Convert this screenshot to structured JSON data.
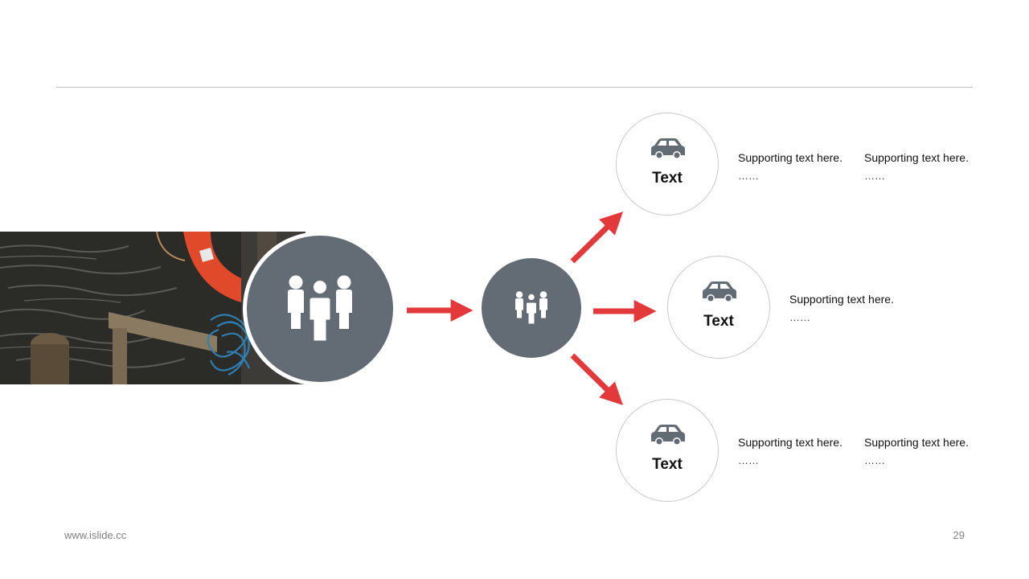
{
  "colors": {
    "accent": "#e3393a",
    "hub": "#636b74",
    "ring": "#c9c9c9",
    "footer": "#808080"
  },
  "icons": {
    "hub": "people-group-icon",
    "node": "car-icon"
  },
  "nodes": [
    {
      "label": "Text",
      "supports": [
        {
          "text": "Supporting  text here.",
          "dots": "……"
        },
        {
          "text": "Supporting  text here.",
          "dots": "……"
        }
      ]
    },
    {
      "label": "Text",
      "supports": [
        {
          "text": "Supporting  text here.",
          "dots": "……"
        }
      ]
    },
    {
      "label": "Text",
      "supports": [
        {
          "text": "Supporting  text here.",
          "dots": "……"
        },
        {
          "text": "Supporting  text here.",
          "dots": "……"
        }
      ]
    }
  ],
  "footer": {
    "website": "www.islide.cc",
    "page_number": "29"
  }
}
